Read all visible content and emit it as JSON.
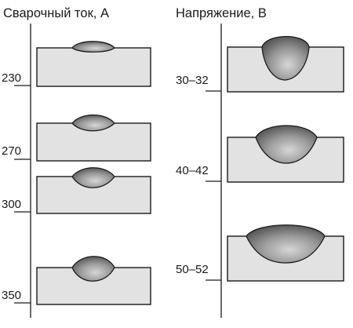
{
  "left_panel": {
    "title": "Сварочный ток, А",
    "levels": [
      "230",
      "270",
      "300",
      "350"
    ]
  },
  "right_panel": {
    "title": "Напряжение, В",
    "levels": [
      "30–32",
      "40–42",
      "50–52"
    ]
  },
  "colors": {
    "plate_fill": "#e2e2e2",
    "outline": "#1a1a1a",
    "bead_highlight": "#d6d6d6",
    "bead_shadow": "#5a5a5a"
  }
}
